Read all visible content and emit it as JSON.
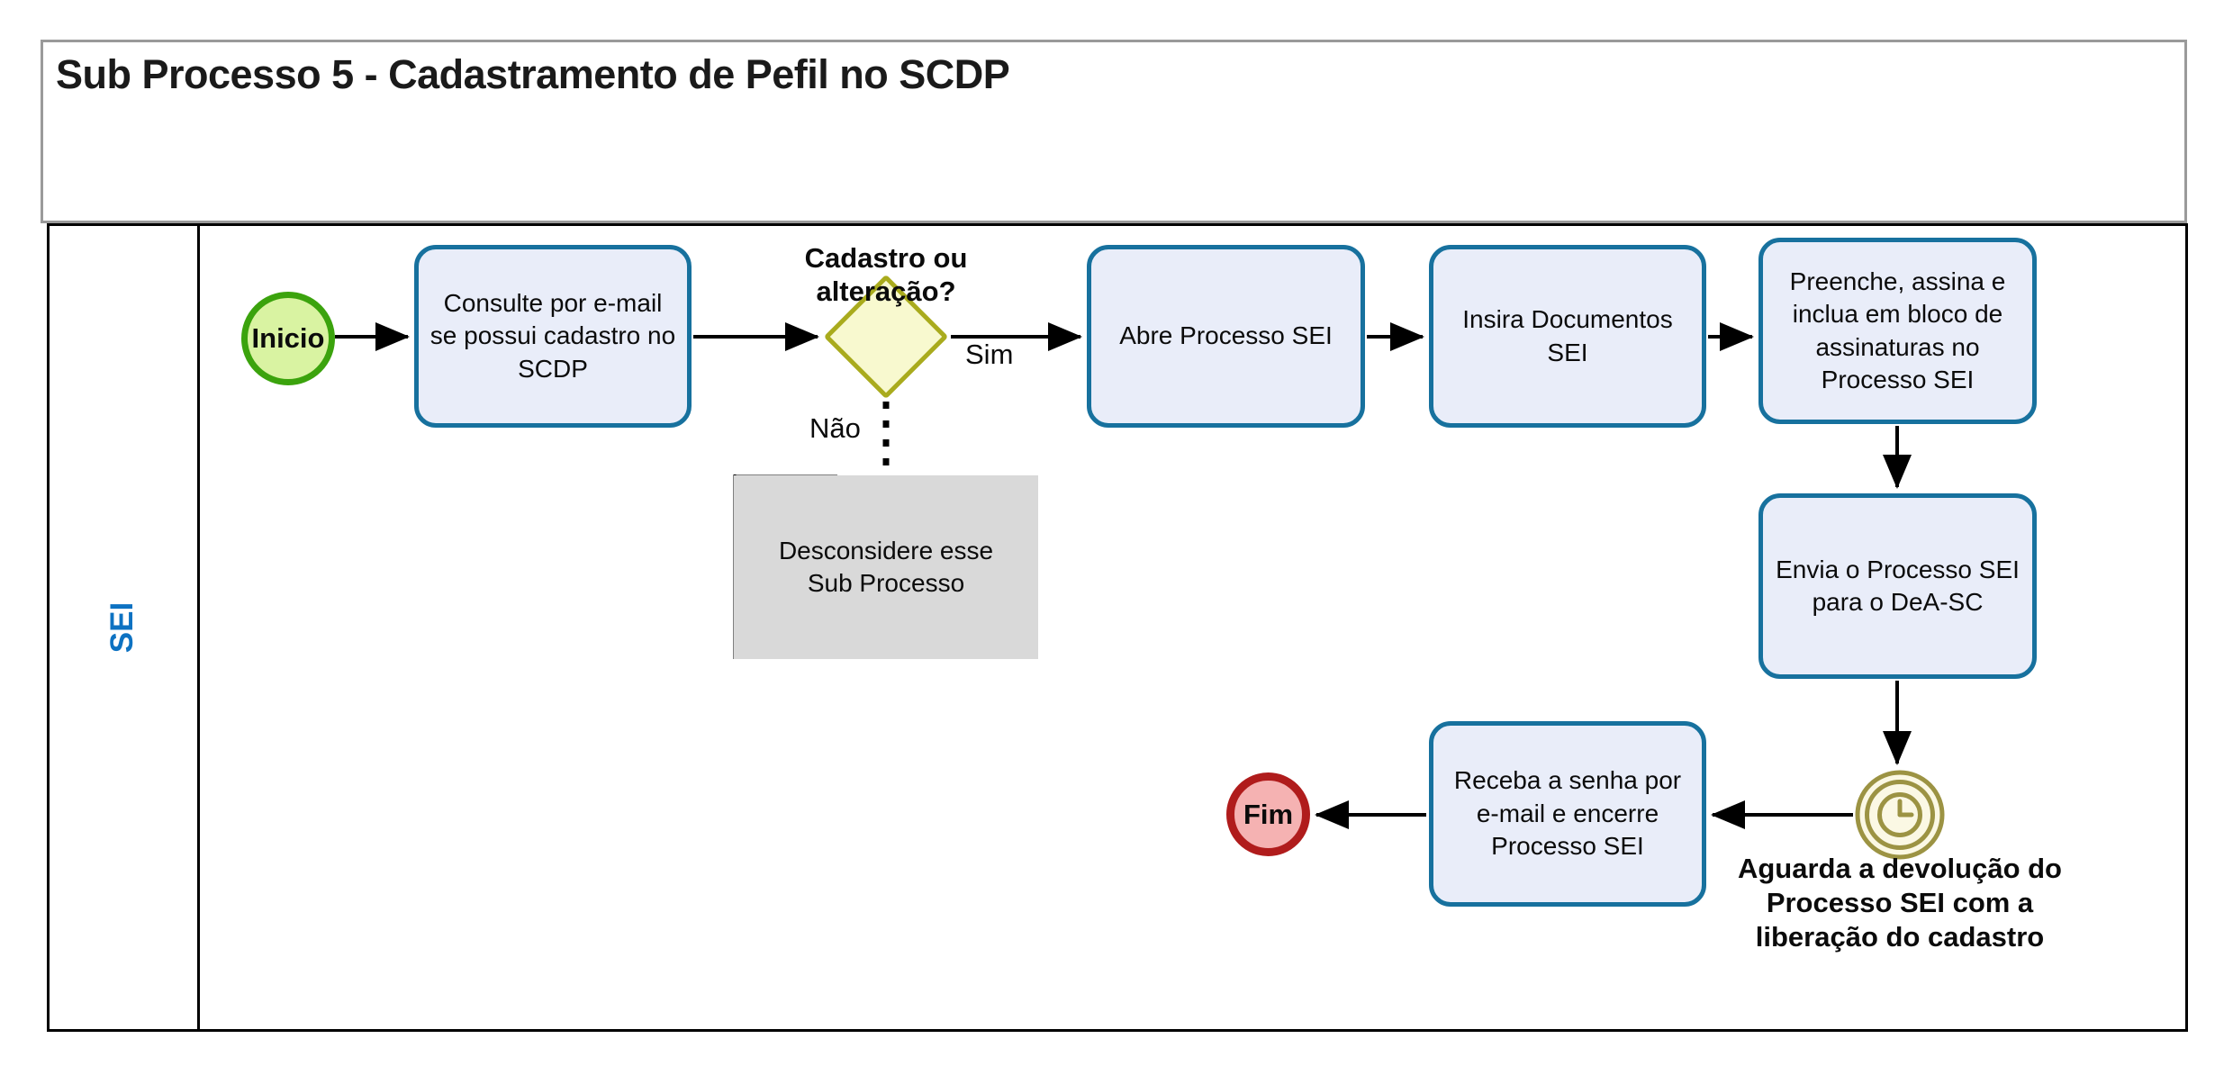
{
  "header": {
    "title": "Sub Processo 5 - Cadastramento de Pefil no SCDP"
  },
  "lane": {
    "label": "SEI"
  },
  "nodes": {
    "start": {
      "label": "Inicio",
      "type": "start-event"
    },
    "task_consulte": {
      "label": "Consulte por e-mail se possui cadastro no SCDP",
      "type": "task"
    },
    "gateway": {
      "label": "Cadastro ou alteração?",
      "type": "exclusive-gateway"
    },
    "task_abre": {
      "label": "Abre Processo SEI",
      "type": "task"
    },
    "task_insira": {
      "label": "Insira Documentos SEI",
      "type": "task"
    },
    "task_preenche": {
      "label": "Preenche, assina e inclua em bloco de assinaturas no Processo SEI",
      "type": "task"
    },
    "task_envia": {
      "label": "Envia o Processo SEI para o DeA-SC",
      "type": "task"
    },
    "timer": {
      "label": "Aguarda a devolução do Processo SEI com a liberação do cadastro",
      "type": "timer-event"
    },
    "task_receba": {
      "label": "Receba a senha por e-mail e encerre Processo SEI",
      "type": "task"
    },
    "note_desconsidere": {
      "label": "Desconsidere esse Sub Processo",
      "type": "note"
    },
    "end": {
      "label": "Fim",
      "type": "end-event"
    }
  },
  "edges": {
    "sim": {
      "label": "Sim"
    },
    "nao": {
      "label": "Não"
    }
  },
  "colors": {
    "accent_blue": "#17719E",
    "task_fill": "#E9EDF9",
    "gateway_border": "#A9AB1D",
    "gateway_fill": "#F8F9CF",
    "start_border": "#3BA30D",
    "start_fill": "#D9F3A2",
    "end_border": "#B01C1C",
    "end_fill": "#F5B2B2",
    "timer": "#9C9343",
    "timer_fill": "#FBF8E4",
    "note_fill": "#D9D9D9",
    "lane_label": "#0D72C2",
    "line": "#000000"
  }
}
